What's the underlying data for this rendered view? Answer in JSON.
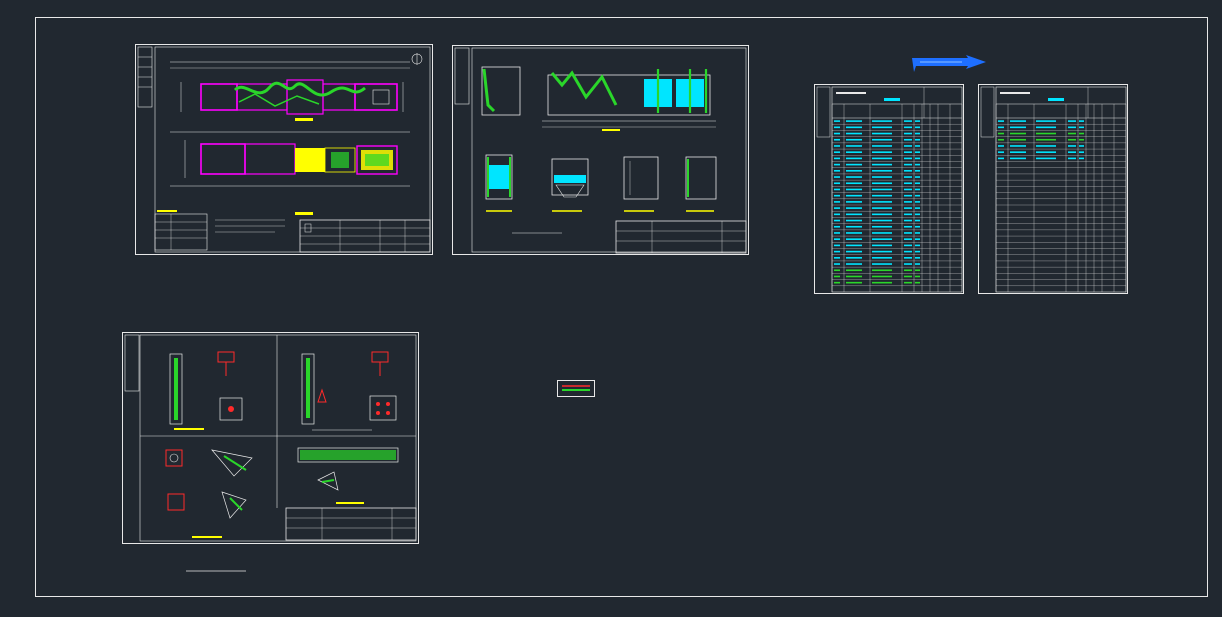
{
  "canvas": {
    "background": "#212830",
    "line_color": "#e8e8e8"
  },
  "colors": {
    "magenta": "#ff00ff",
    "green": "#2ad62a",
    "cyan": "#00e5ff",
    "yellow": "#ffff00",
    "red": "#ff2a2a",
    "blue": "#1e6fff"
  },
  "sheets": [
    {
      "id": "plan-sheet",
      "kind": "plan-and-section"
    },
    {
      "id": "section-sheet",
      "kind": "sections"
    },
    {
      "id": "detail-sheet",
      "kind": "details"
    },
    {
      "id": "table-sheet-1",
      "kind": "material-table"
    },
    {
      "id": "table-sheet-2",
      "kind": "material-table"
    }
  ],
  "icons": [
    "blue-arrow-marker-icon",
    "layer-legend-icon"
  ]
}
